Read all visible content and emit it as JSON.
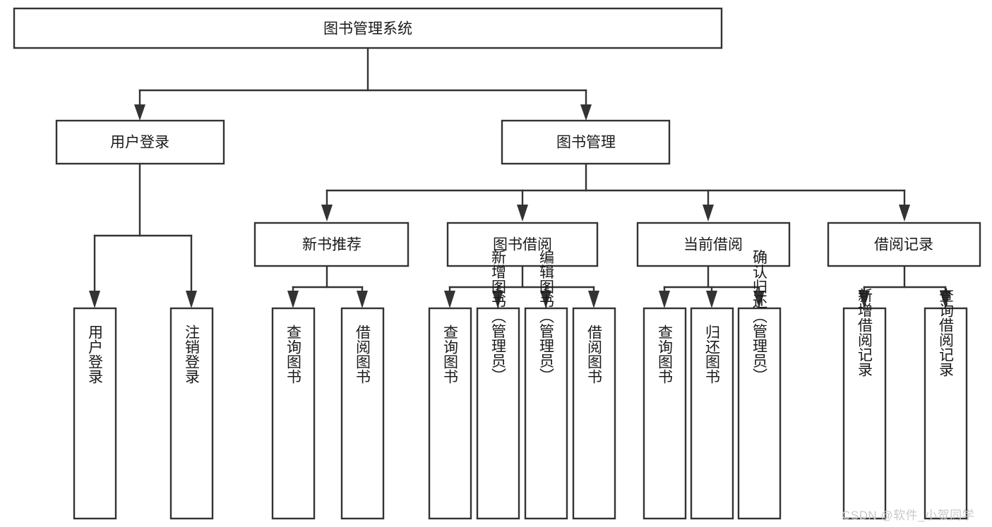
{
  "diagram": {
    "type": "tree-hierarchy-chart",
    "title": "图书管理系统",
    "colors": {
      "stroke": "#333333",
      "fill": "#ffffff",
      "text": "#1a1a1a",
      "watermark": "#c9c9c9",
      "background": "#ffffff"
    },
    "levels": {
      "root": {
        "label": "图书管理系统"
      },
      "level2": [
        {
          "label": "用户登录"
        },
        {
          "label": "图书管理"
        }
      ],
      "level3": [
        {
          "label": "新书推荐"
        },
        {
          "label": "图书借阅"
        },
        {
          "label": "当前借阅"
        },
        {
          "label": "借阅记录"
        }
      ],
      "leaves": {
        "user_login": [
          "用户登录",
          "注销登录"
        ],
        "new_book_recommend": [
          "查询图书",
          "借阅图书"
        ],
        "book_borrow": [
          "查询图书",
          "新增图书（管理员）",
          "编辑图书（管理员）",
          "借阅图书"
        ],
        "current_borrow": [
          "查询图书",
          "归还图书",
          "确认归还（管理员）"
        ],
        "borrow_record": [
          "新增借阅记录",
          "查询借阅记录"
        ]
      }
    },
    "edges": [
      {
        "from": "图书管理系统",
        "to": "用户登录"
      },
      {
        "from": "图书管理系统",
        "to": "图书管理"
      },
      {
        "from": "图书管理",
        "to": "新书推荐"
      },
      {
        "from": "图书管理",
        "to": "图书借阅"
      },
      {
        "from": "图书管理",
        "to": "当前借阅"
      },
      {
        "from": "图书管理",
        "to": "借阅记录"
      },
      {
        "from": "用户登录",
        "to": "用户登录"
      },
      {
        "from": "用户登录",
        "to": "注销登录"
      },
      {
        "from": "新书推荐",
        "to": "查询图书"
      },
      {
        "from": "新书推荐",
        "to": "借阅图书"
      },
      {
        "from": "图书借阅",
        "to": "查询图书"
      },
      {
        "from": "图书借阅",
        "to": "新增图书（管理员）"
      },
      {
        "from": "图书借阅",
        "to": "编辑图书（管理员）"
      },
      {
        "from": "图书借阅",
        "to": "借阅图书"
      },
      {
        "from": "当前借阅",
        "to": "查询图书"
      },
      {
        "from": "当前借阅",
        "to": "归还图书"
      },
      {
        "from": "当前借阅",
        "to": "确认归还（管理员）"
      },
      {
        "from": "借阅记录",
        "to": "新增借阅记录"
      },
      {
        "from": "借阅记录",
        "to": "查询借阅记录"
      }
    ]
  },
  "watermark": {
    "text": "CSDN @软件_小贺同学"
  }
}
